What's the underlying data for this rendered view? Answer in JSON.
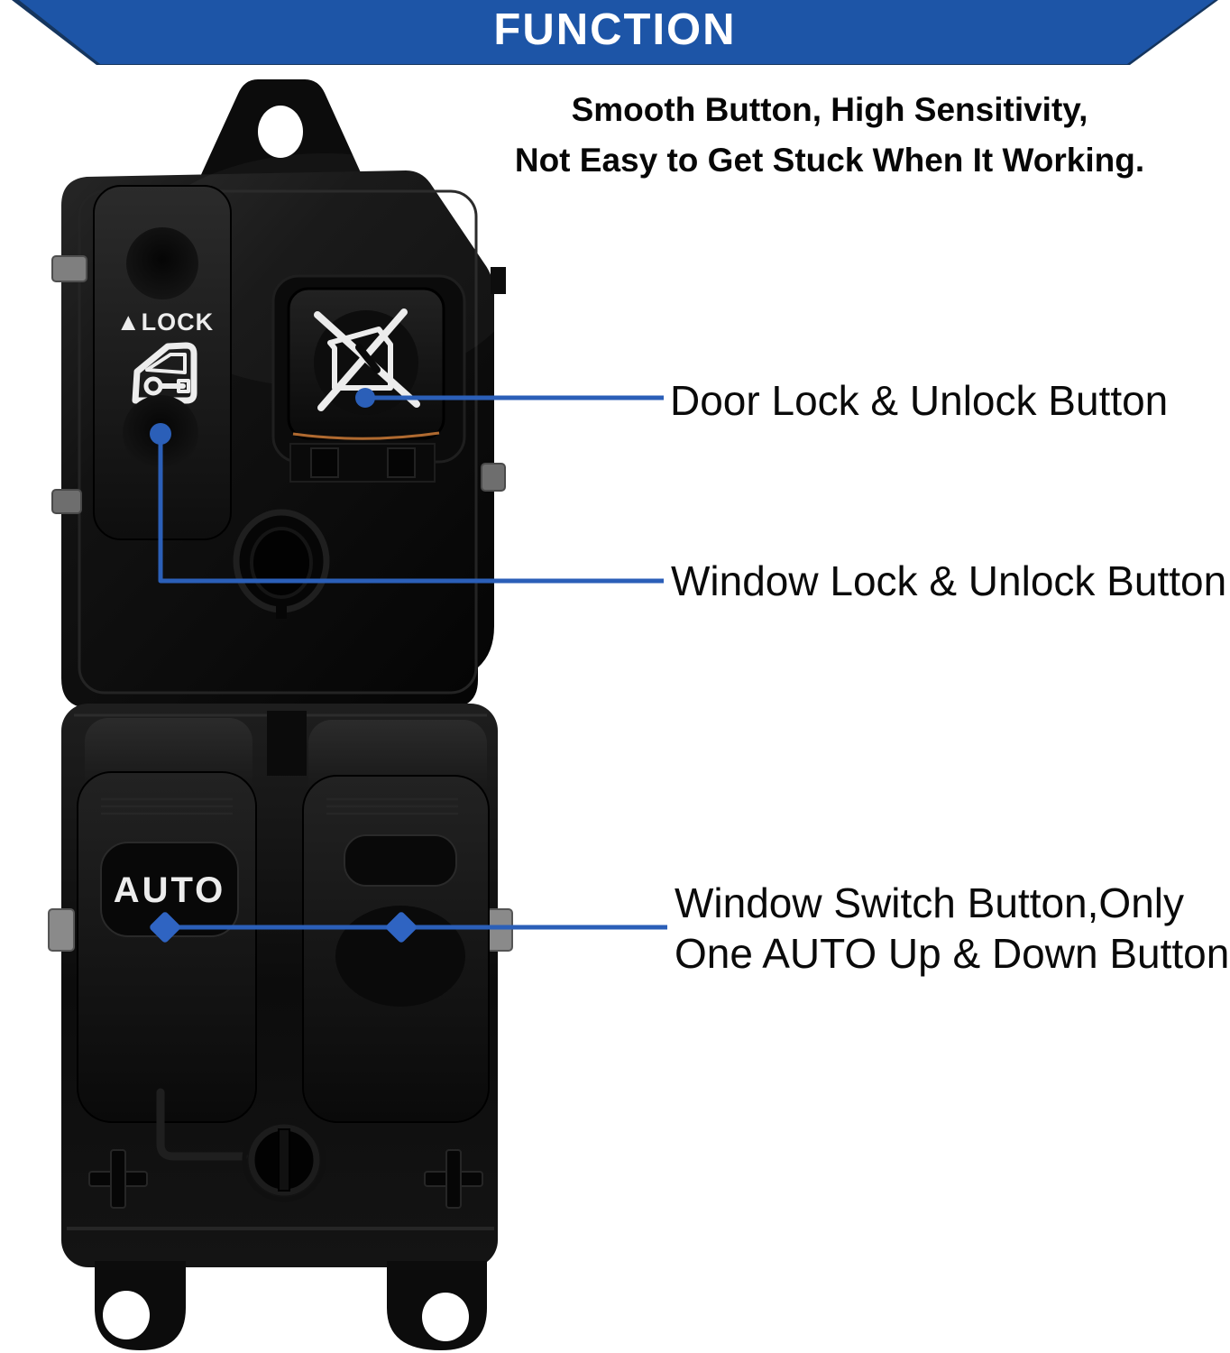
{
  "banner": {
    "title": "FUNCTION",
    "bg_color": "#1d55a7"
  },
  "subtitle": {
    "line1": "Smooth Button, High Sensitivity,",
    "line2": "Not Easy to Get Stuck When It Working."
  },
  "callouts": {
    "door_lock": {
      "label": "Door Lock & Unlock Button"
    },
    "window_lock": {
      "label": "Window Lock & Unlock Button"
    },
    "window_switch": {
      "line1": "Window Switch Button,Only",
      "line2": "One AUTO Up & Down Button"
    }
  },
  "product": {
    "window_lock_switch_label": "▲LOCK",
    "auto_button_label": "AUTO"
  },
  "colors": {
    "accent_blue": "#2b5fb8",
    "marker_blue": "#2f64c2",
    "banner_blue": "#1d55a7",
    "label_text": "#0a0a0a",
    "product_black": "#0d0d0d"
  }
}
